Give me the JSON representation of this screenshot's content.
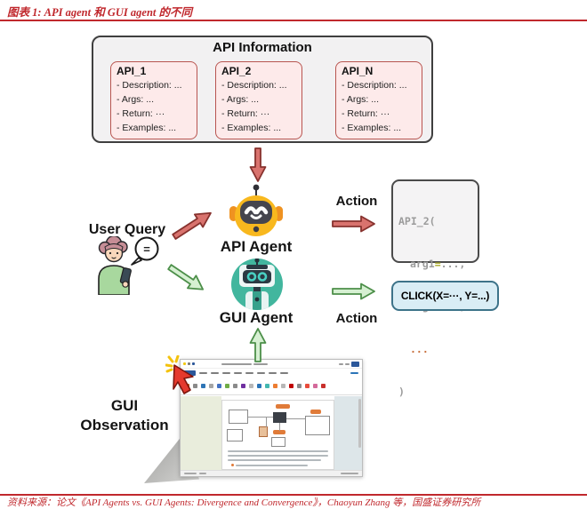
{
  "title": "图表 1: API agent 和 GUI agent 的不同",
  "source": "资料来源：论文《API Agents vs. GUI Agents: Divergence and Convergence》，Chaoyun Zhang 等，国盛证券研究所",
  "colors": {
    "accent_red": "#c0282d",
    "arrow_red_fill": "#d9736e",
    "arrow_red_stroke": "#87322e",
    "arrow_green_fill": "#d6f0d2",
    "arrow_green_stroke": "#4c8f49",
    "card_pink_bg": "#fdeaea",
    "card_pink_border": "#b85550",
    "panel_gray_bg": "#f2f1f2",
    "code_box_bg": "#f4f3f4",
    "click_box_bg": "#d9edf5",
    "api_robot_yellow": "#f8b81e",
    "gui_robot_teal": "#42b69e"
  },
  "diagram": {
    "api_information": {
      "title": "API Information",
      "cards": [
        {
          "name": "API_1",
          "fields": [
            "- Description: ...",
            "- Args: ...",
            "- Return: ···",
            "- Examples: ..."
          ]
        },
        {
          "name": "API_2",
          "fields": [
            "- Description: ...",
            "- Args: ...",
            "- Return: ···",
            "- Examples: ..."
          ]
        },
        {
          "name": "API_N",
          "fields": [
            "- Description: ...",
            "- Args: ...",
            "- Return: ···",
            "- Examples: ..."
          ]
        }
      ]
    },
    "user_query_label": "User Query",
    "speech_bubble_glyph": "=",
    "api_agent_label": "API Agent",
    "gui_agent_label": "GUI Agent",
    "api_action_label": "Action",
    "gui_action_label": "Action",
    "gui_observation_label_line1": "GUI",
    "gui_observation_label_line2": "Observation",
    "api_call": {
      "open": "API_2(",
      "arg1": "arg1",
      "eq1": "=",
      "val1": "...,",
      "arg2": "arg2",
      "eq2": "=",
      "val2": "...,",
      "more": "...",
      "close": ")"
    },
    "gui_action_code": "CLICK(X=···, Y=...)"
  }
}
